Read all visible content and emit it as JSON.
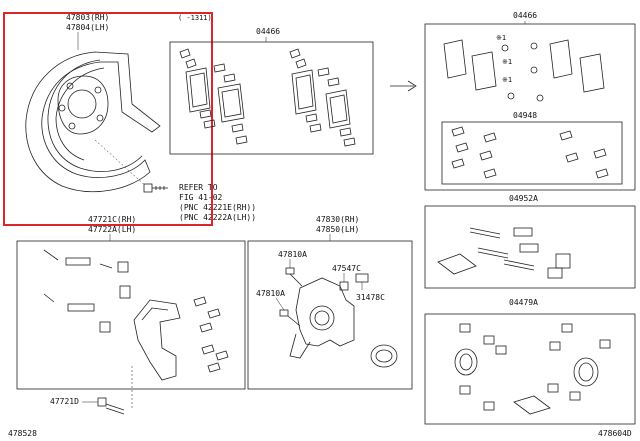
{
  "diagram": {
    "part_numbers": {
      "dust_cover_rh": "47803(RH)",
      "dust_cover_lh": "47804(LH)",
      "pad_kit_left": "04466",
      "pad_kit_right": "04466",
      "fitting_kit": "04948",
      "cylinder_kit": "04952A",
      "seal_kit": "04479A",
      "mounting_rh": "47721C(RH)",
      "mounting_lh": "47722A(LH)",
      "caliper_rh": "47830(RH)",
      "caliper_lh": "47850(LH)",
      "bolt_a": "47810A",
      "bolt_b": "47810A",
      "bleeder_plug": "47547C",
      "bleeder_cap": "31478C",
      "mount_bolt": "47721D"
    },
    "refer_note": {
      "line1": "REFER TO",
      "line2": "FIG 41-02",
      "line3": "(PNC 42221E(RH))",
      "line4": "(PNC 42222A(LH))"
    },
    "date_note": "(    -1311)",
    "asterisk": "※1",
    "footer_left": "478528",
    "footer_right": "478604D",
    "highlight_color": "#d9262b"
  }
}
